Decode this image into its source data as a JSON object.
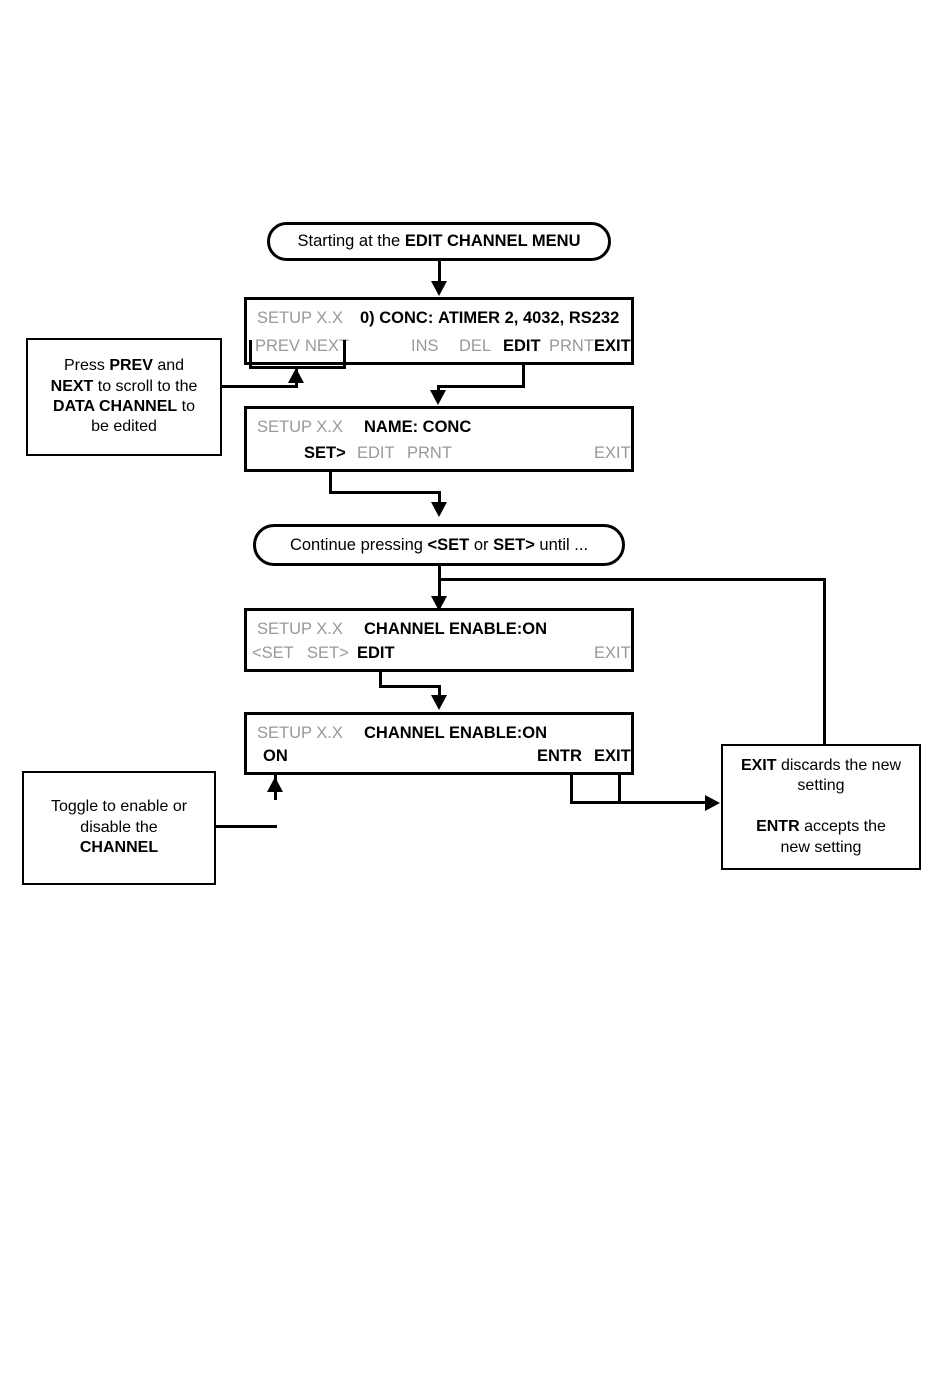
{
  "diagram": {
    "title": "Edit Channel Menu - Channel Enable flow",
    "start_oval": {
      "text_plain": "Starting at the ",
      "text_bold": "EDIT CHANNEL MENU"
    },
    "continue_oval": {
      "part1": "Continue pressing ",
      "bold1": "<SET",
      "part2": " or ",
      "bold2": "SET>",
      "part3": " until ..."
    },
    "displays": [
      {
        "id": "display-conc",
        "line1_left": "SETUP X.X",
        "line1_main_bold": "0) CONC:",
        "line1_main_bold2": "ATIMER 2, 4032, RS232",
        "softkeys": [
          "PREV",
          "NEXT",
          "INS",
          "DEL",
          "EDIT",
          "PRNT",
          "EXIT"
        ],
        "softkey_states": [
          "gray",
          "gray",
          "gray",
          "gray",
          "black",
          "gray",
          "black"
        ]
      },
      {
        "id": "display-name",
        "line1_left": "SETUP X.X",
        "line1_main_bold": "NAME: CONC",
        "softkeys": [
          "SET>",
          "EDIT",
          "PRNT",
          "EXIT"
        ],
        "softkey_states": [
          "black",
          "gray",
          "gray",
          "gray"
        ]
      },
      {
        "id": "display-channel-enable",
        "line1_left": "SETUP X.X",
        "line1_main_bold": "CHANNEL ENABLE:ON",
        "softkeys": [
          "<SET",
          "SET>",
          "EDIT",
          "EXIT"
        ],
        "softkey_states": [
          "gray",
          "gray",
          "black",
          "gray"
        ]
      },
      {
        "id": "display-channel-enable-edit",
        "line1_left": "SETUP X.X",
        "line1_main_bold": "CHANNEL ENABLE:ON",
        "softkeys": [
          "ON",
          "ENTR",
          "EXIT"
        ],
        "softkey_states": [
          "black",
          "black",
          "black"
        ]
      }
    ],
    "notes": [
      {
        "id": "note-prev-next",
        "segments": [
          {
            "text": "Press ",
            "bold": false
          },
          {
            "text": "PREV",
            "bold": true
          },
          {
            "text": " and ",
            "bold": false
          },
          {
            "text": "NEXT",
            "bold": true
          },
          {
            "text": " to scroll to the ",
            "bold": false
          },
          {
            "text": "DATA CHANNEL",
            "bold": true
          },
          {
            "text": " to be edited",
            "bold": false
          }
        ]
      },
      {
        "id": "note-toggle",
        "segments": [
          {
            "text": "Toggle to enable or disable the ",
            "bold": false
          },
          {
            "text": "CHANNEL",
            "bold": true
          }
        ]
      },
      {
        "id": "note-exit-entr",
        "segments": [
          {
            "text": "EXIT",
            "bold": true
          },
          {
            "text": " discards the new setting",
            "bold": false
          },
          {
            "text": "\n\n",
            "bold": false
          },
          {
            "text": "ENTR",
            "bold": true
          },
          {
            "text": " accepts the new setting",
            "bold": false
          }
        ]
      }
    ],
    "colors": {
      "stroke": "#000000",
      "inactive_text": "#999999",
      "active_text": "#000000",
      "background": "#ffffff",
      "fold_fill": "#e3e3e3"
    }
  }
}
